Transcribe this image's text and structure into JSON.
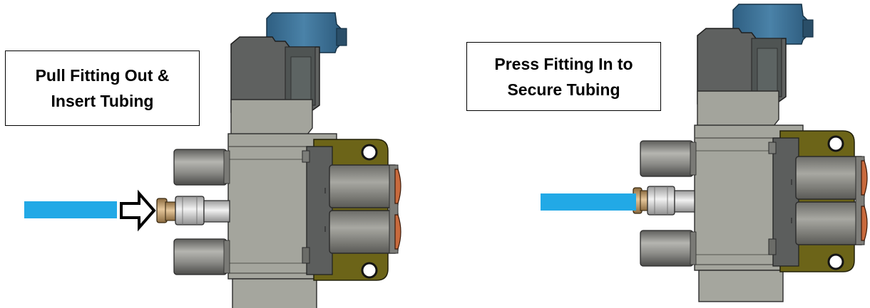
{
  "callouts": {
    "left": {
      "line1": "Pull Fitting Out &",
      "line2": "Insert Tubing"
    },
    "right": {
      "line1": "Press Fitting In to",
      "line2": "Secure Tubing"
    }
  },
  "colors": {
    "tubing": "#22a9e6",
    "body_dark": "#5e6060",
    "body_light": "#a4a59c",
    "coil_blue": "#3b6f92",
    "bracket": "#6b6217",
    "port_gray": "#8a8a86",
    "copper_ring": "#c86a3d",
    "fitting_brass": "#c6a073"
  },
  "icons": {
    "direction_arrow": "outline-right-arrow-icon"
  }
}
